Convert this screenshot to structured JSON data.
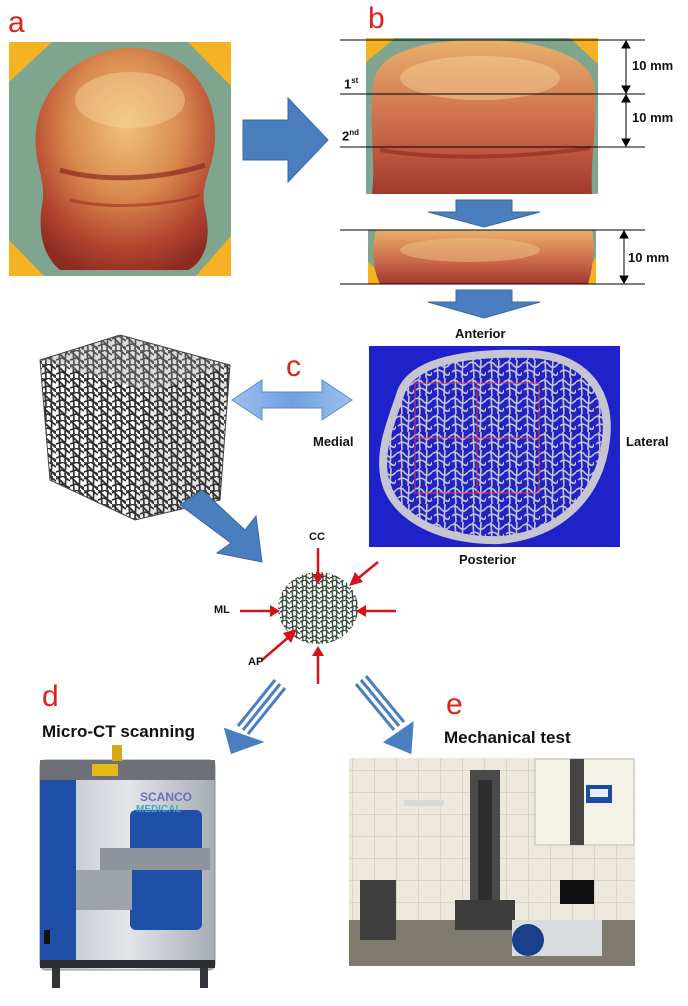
{
  "panels": {
    "a": "a",
    "b": "b",
    "c": "c",
    "d": "d",
    "e": "e"
  },
  "slices": {
    "first": "1",
    "first_sup": "st",
    "second": "2",
    "second_sup": "nd",
    "dim1": "10 mm",
    "dim2": "10 mm",
    "dim3": "10 mm"
  },
  "orientation": {
    "anterior": "Anterior",
    "posterior": "Posterior",
    "medial": "Medial",
    "lateral": "Lateral"
  },
  "loading": {
    "cc": "CC",
    "ml": "ML",
    "ap": "AP"
  },
  "captions": {
    "micro_ct": "Micro-CT scanning",
    "mechanical": "Mechanical test"
  },
  "machine_brand": {
    "line1": "SCANCO",
    "line2": "MEDICAL"
  },
  "colors": {
    "letter_red": "#e0201a",
    "arrow_blue": "#4a7ebf",
    "ct_blue": "#1f22c8",
    "corner_orange": "#f5b323"
  }
}
